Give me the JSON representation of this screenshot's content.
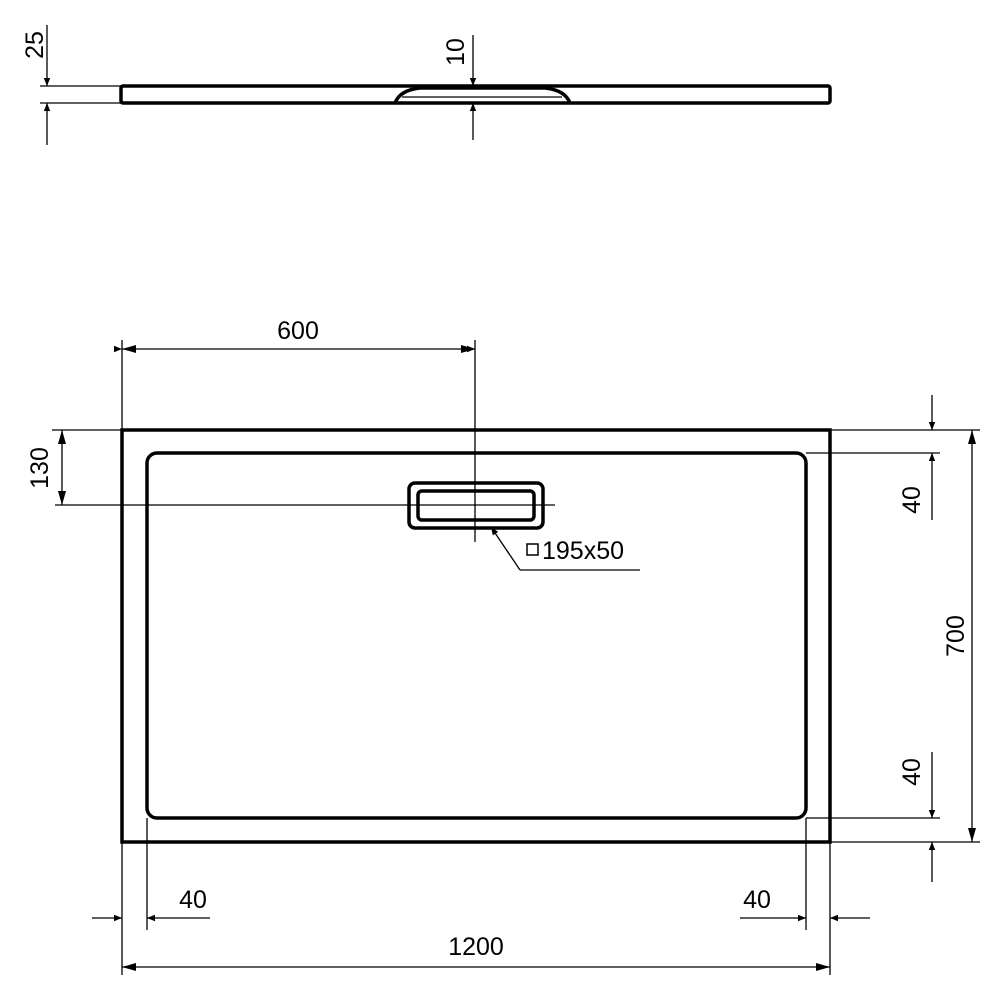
{
  "profile": {
    "height_label": "25",
    "depth_label": "10"
  },
  "plan": {
    "drain_offset_x_label": "600",
    "drain_offset_y_label": "130",
    "drain_size_label": "195x50",
    "rim_top_label": "40",
    "rim_bottom_label": "40",
    "rim_left_label": "40",
    "rim_right_label": "40",
    "width_label": "1200",
    "depth_label": "700"
  },
  "colors": {
    "line": "#000000",
    "background": "#ffffff"
  }
}
